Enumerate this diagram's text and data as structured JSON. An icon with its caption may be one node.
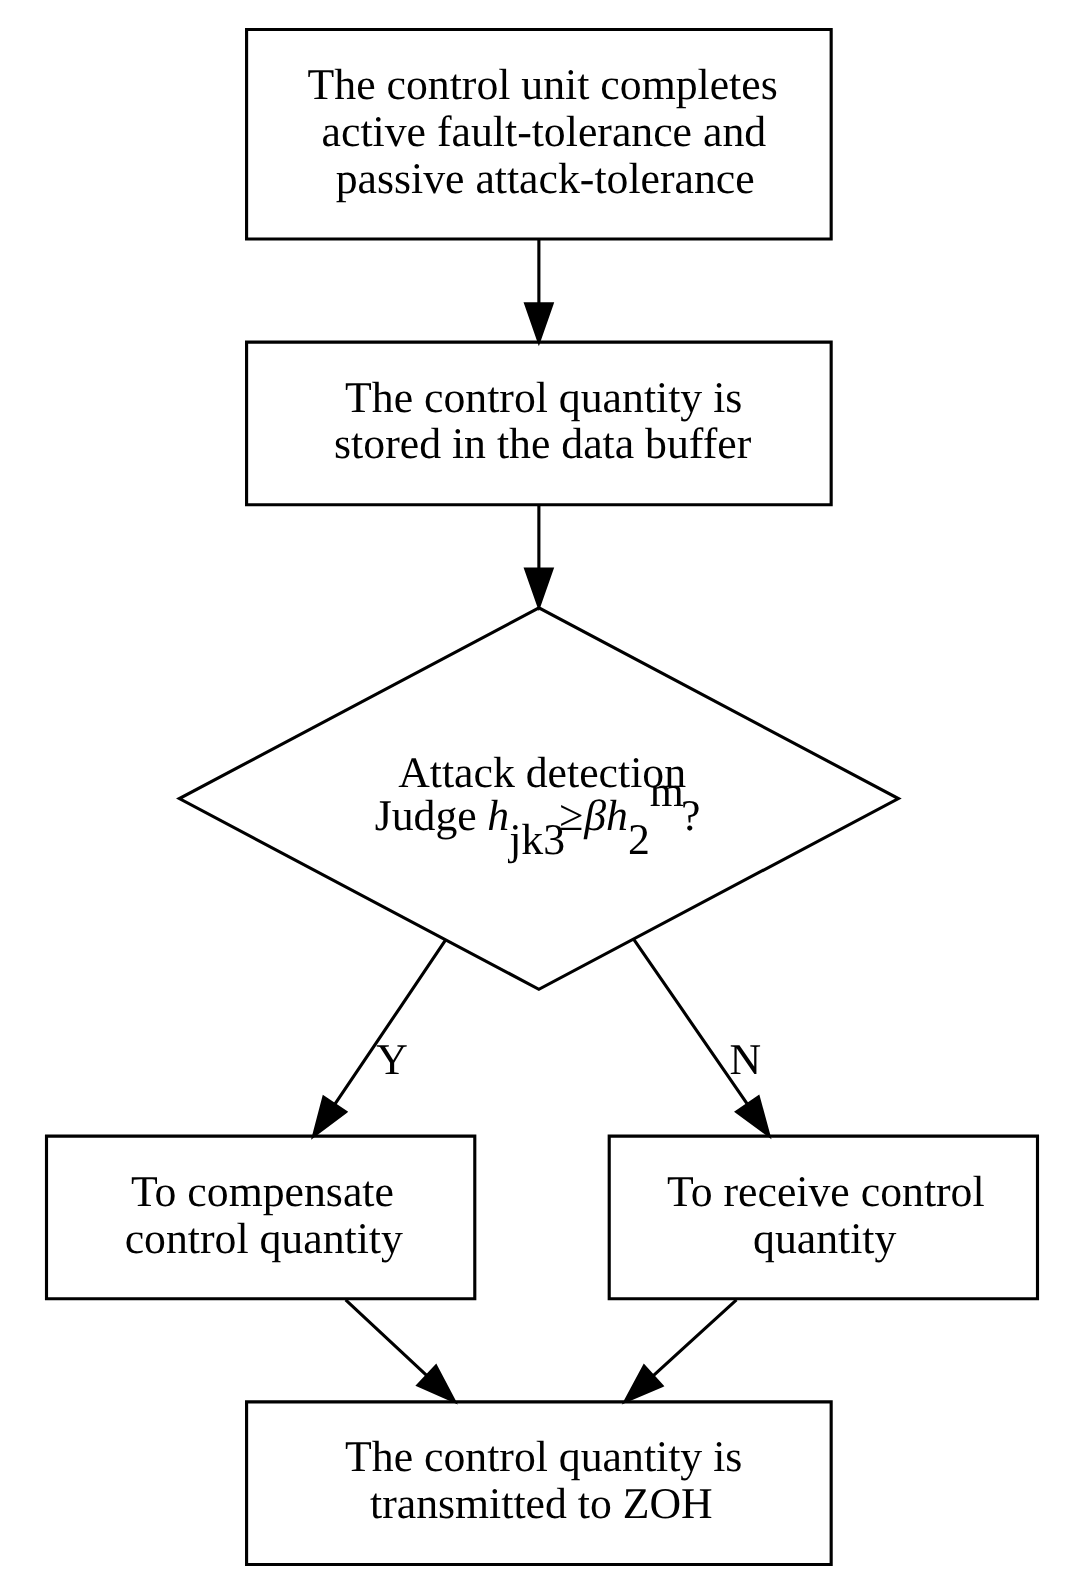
{
  "diagram": {
    "nodes": [
      {
        "text": [
          "The control unit completes active fault-tolerance and passive attack-tolerance"
        ]
      },
      {
        "text": [
          "The control quantity is stored in the data buffer"
        ]
      },
      {
        "text": [
          "Attack detection",
          "Judge *h*$_{jk3}$≥*βh*$_{2}$$^{m}$?"
        ]
      },
      {
        "text": [
          "To compensate control quantity"
        ]
      },
      {
        "text": [
          "To receive control quantity"
        ]
      },
      {
        "text": [
          "The control quantity is transmitted to ZOH"
        ]
      }
    ],
    "edges": [
      {
        "from": 0,
        "to": 1,
        "arrow": "to"
      },
      {
        "from": 1,
        "to": 2,
        "arrow": "to"
      },
      {
        "from": 2,
        "to": 3,
        "arrow": "to",
        "label": "Y"
      },
      {
        "from": 2,
        "to": 4,
        "arrow": "to",
        "label": "N"
      },
      {
        "from": 3,
        "to": 5,
        "arrow": "to"
      },
      {
        "from": 4,
        "to": 5,
        "arrow": "to"
      }
    ]
  }
}
